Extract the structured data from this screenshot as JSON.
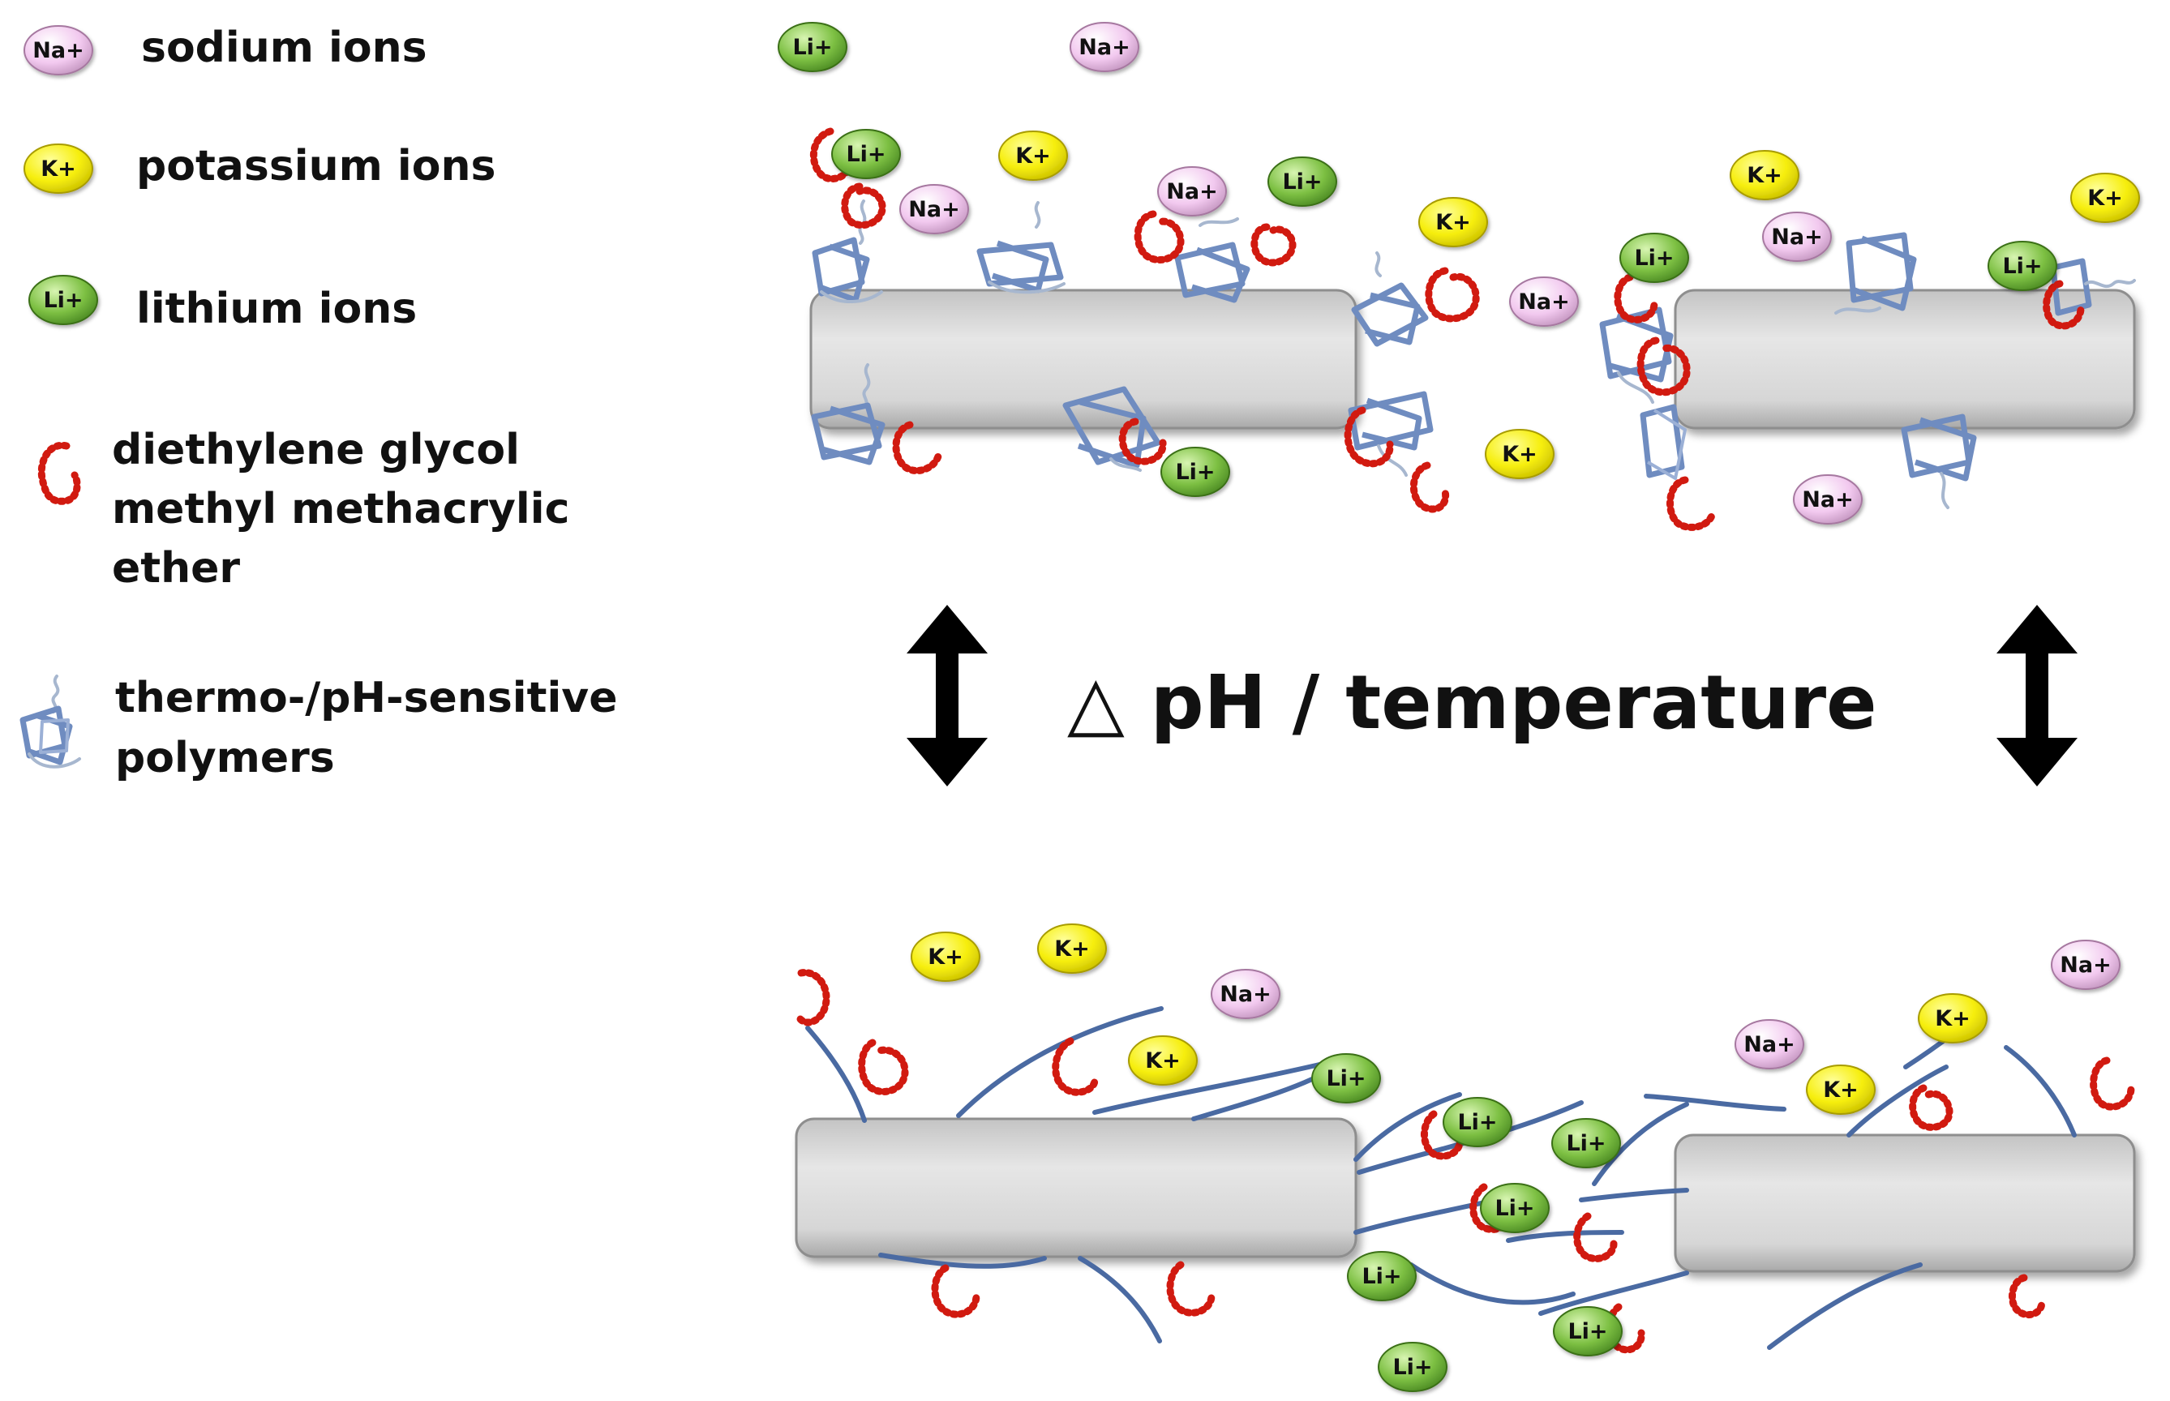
{
  "legend": {
    "items": [
      {
        "key": "sodium",
        "label_lines": [
          "sodium ions"
        ],
        "badge": "Na+"
      },
      {
        "key": "potassium",
        "label_lines": [
          "potassium ions"
        ],
        "badge": "K+"
      },
      {
        "key": "lithium",
        "label_lines": [
          "lithium ions"
        ],
        "badge": "Li+"
      },
      {
        "key": "deg",
        "label_lines": [
          "diethylene glycol",
          "methyl methacrylic",
          "ether"
        ],
        "icon": "red-coil-icon"
      },
      {
        "key": "polymer",
        "label_lines": [
          "thermo-/pH-sensitive",
          "polymers"
        ],
        "icon": "coiled-polymer-icon"
      }
    ]
  },
  "center_label": "△ pH / temperature",
  "ion_labels": {
    "Na": "Na+",
    "K": "K+",
    "Li": "Li+"
  },
  "colors": {
    "sodium": "#f2c9ef",
    "potassium": "#f6ee0c",
    "lithium": "#7dc043",
    "deg_coil": "#d11a10",
    "polymer": "#6f8cc0",
    "slab": "#d9d9d9",
    "arrow": "#000000"
  },
  "icons": {
    "double_arrow": "double-headed-arrow-icon",
    "deg": "red-coil-icon",
    "polymer_coiled": "coiled-polymer-icon",
    "polymer_extended": "extended-polymer-chain-icon"
  }
}
